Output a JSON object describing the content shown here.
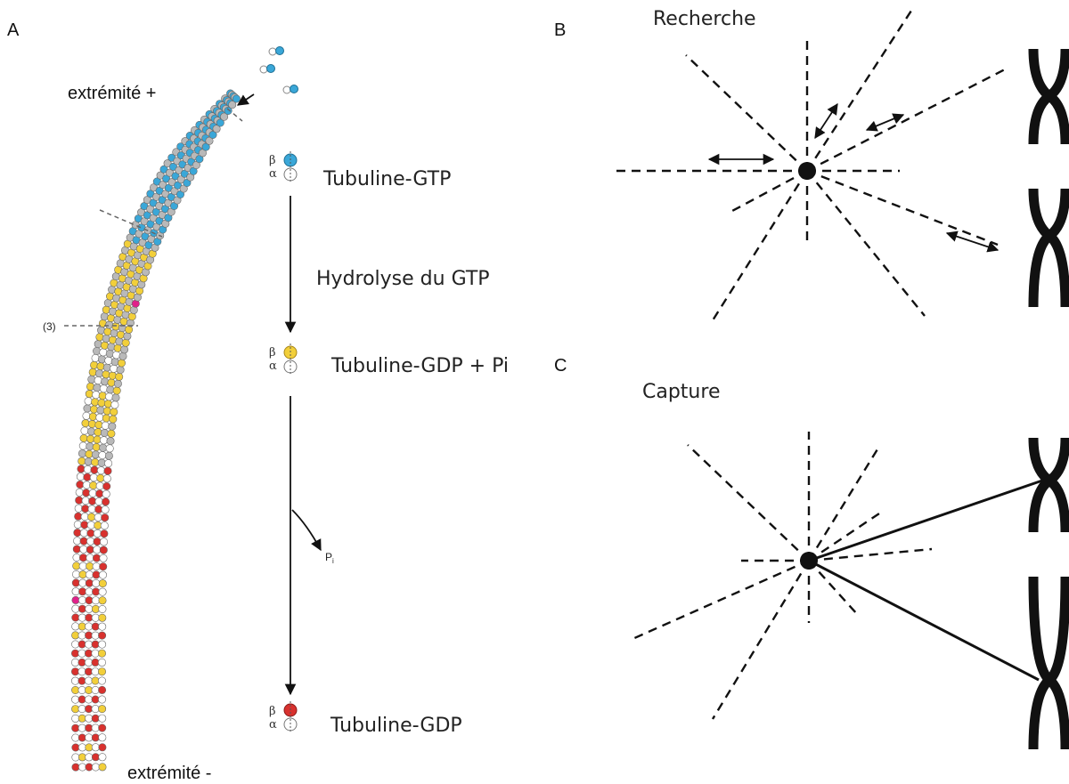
{
  "panels": {
    "A": {
      "letter": "A",
      "plus_end_label": "extrémité +",
      "minus_end_label": "extrémité -",
      "region_marker": "(3)",
      "beta": "β",
      "alpha": "α",
      "states": [
        {
          "label": "Tubuline-GTP",
          "color": "#3aa7d8"
        },
        {
          "label": "Tubuline-GDP + Pi",
          "color": "#f2cf3a"
        },
        {
          "label": "Tubuline-GDP",
          "color": "#d8312e"
        }
      ],
      "hydrolysis_label": "Hydrolyse du GTP",
      "pi_label": "P",
      "pi_subscript": "i",
      "colors": {
        "gtp": "#3aa7d8",
        "gdp_pi": "#f2cf3a",
        "gdp": "#d8312e",
        "alpha": "#ffffff",
        "mixed": "#b9b9b9",
        "marker": "#e0218a"
      }
    },
    "B": {
      "letter": "B",
      "title": "Recherche"
    },
    "C": {
      "letter": "C",
      "title": "Capture"
    }
  }
}
